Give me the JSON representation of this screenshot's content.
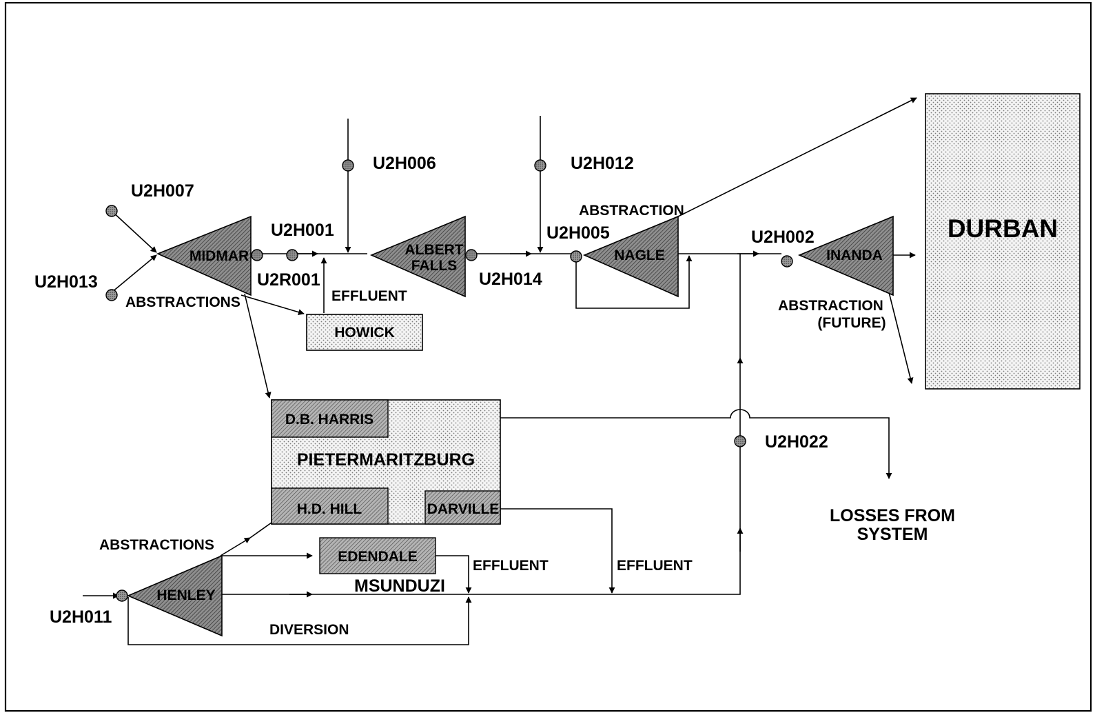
{
  "gauges": {
    "u2h007": "U2H007",
    "u2h013": "U2H013",
    "u2h001": "U2H001",
    "u2r001": "U2R001",
    "u2h006": "U2H006",
    "u2h014": "U2H014",
    "u2h012": "U2H012",
    "u2h005": "U2H005",
    "u2h002": "U2H002",
    "u2h022": "U2H022",
    "u2h011": "U2H011"
  },
  "dams": {
    "midmar": "MIDMAR",
    "albert_falls_line1": "ALBERT",
    "albert_falls_line2": "FALLS",
    "nagle": "NAGLE",
    "inanda": "INANDA",
    "henley": "HENLEY"
  },
  "places": {
    "durban": "DURBAN",
    "howick": "HOWICK",
    "pietermaritzburg": "PIETERMARITZBURG",
    "db_harris": "D.B. HARRIS",
    "hd_hill": "H.D. HILL",
    "darville": "DARVILLE",
    "edendale": "EDENDALE",
    "msunduzi": "MSUNDUZI"
  },
  "flows": {
    "abstractions_midmar": "ABSTRACTIONS",
    "effluent_howick": "EFFLUENT",
    "abstraction_nagle": "ABSTRACTION",
    "abstraction_inanda_line1": "ABSTRACTION",
    "abstraction_inanda_line2": "(FUTURE)",
    "losses_line1": "LOSSES FROM",
    "losses_line2": "SYSTEM",
    "abstractions_henley": "ABSTRACTIONS",
    "effluent_edendale": "EFFLUENT",
    "effluent_darville": "EFFLUENT",
    "diversion": "DIVERSION"
  },
  "colors": {
    "line": "#000000",
    "dam_fill": "#7a7a7a",
    "stipple_fill": "#ececec",
    "gauge_fill": "#8c8c8c"
  }
}
